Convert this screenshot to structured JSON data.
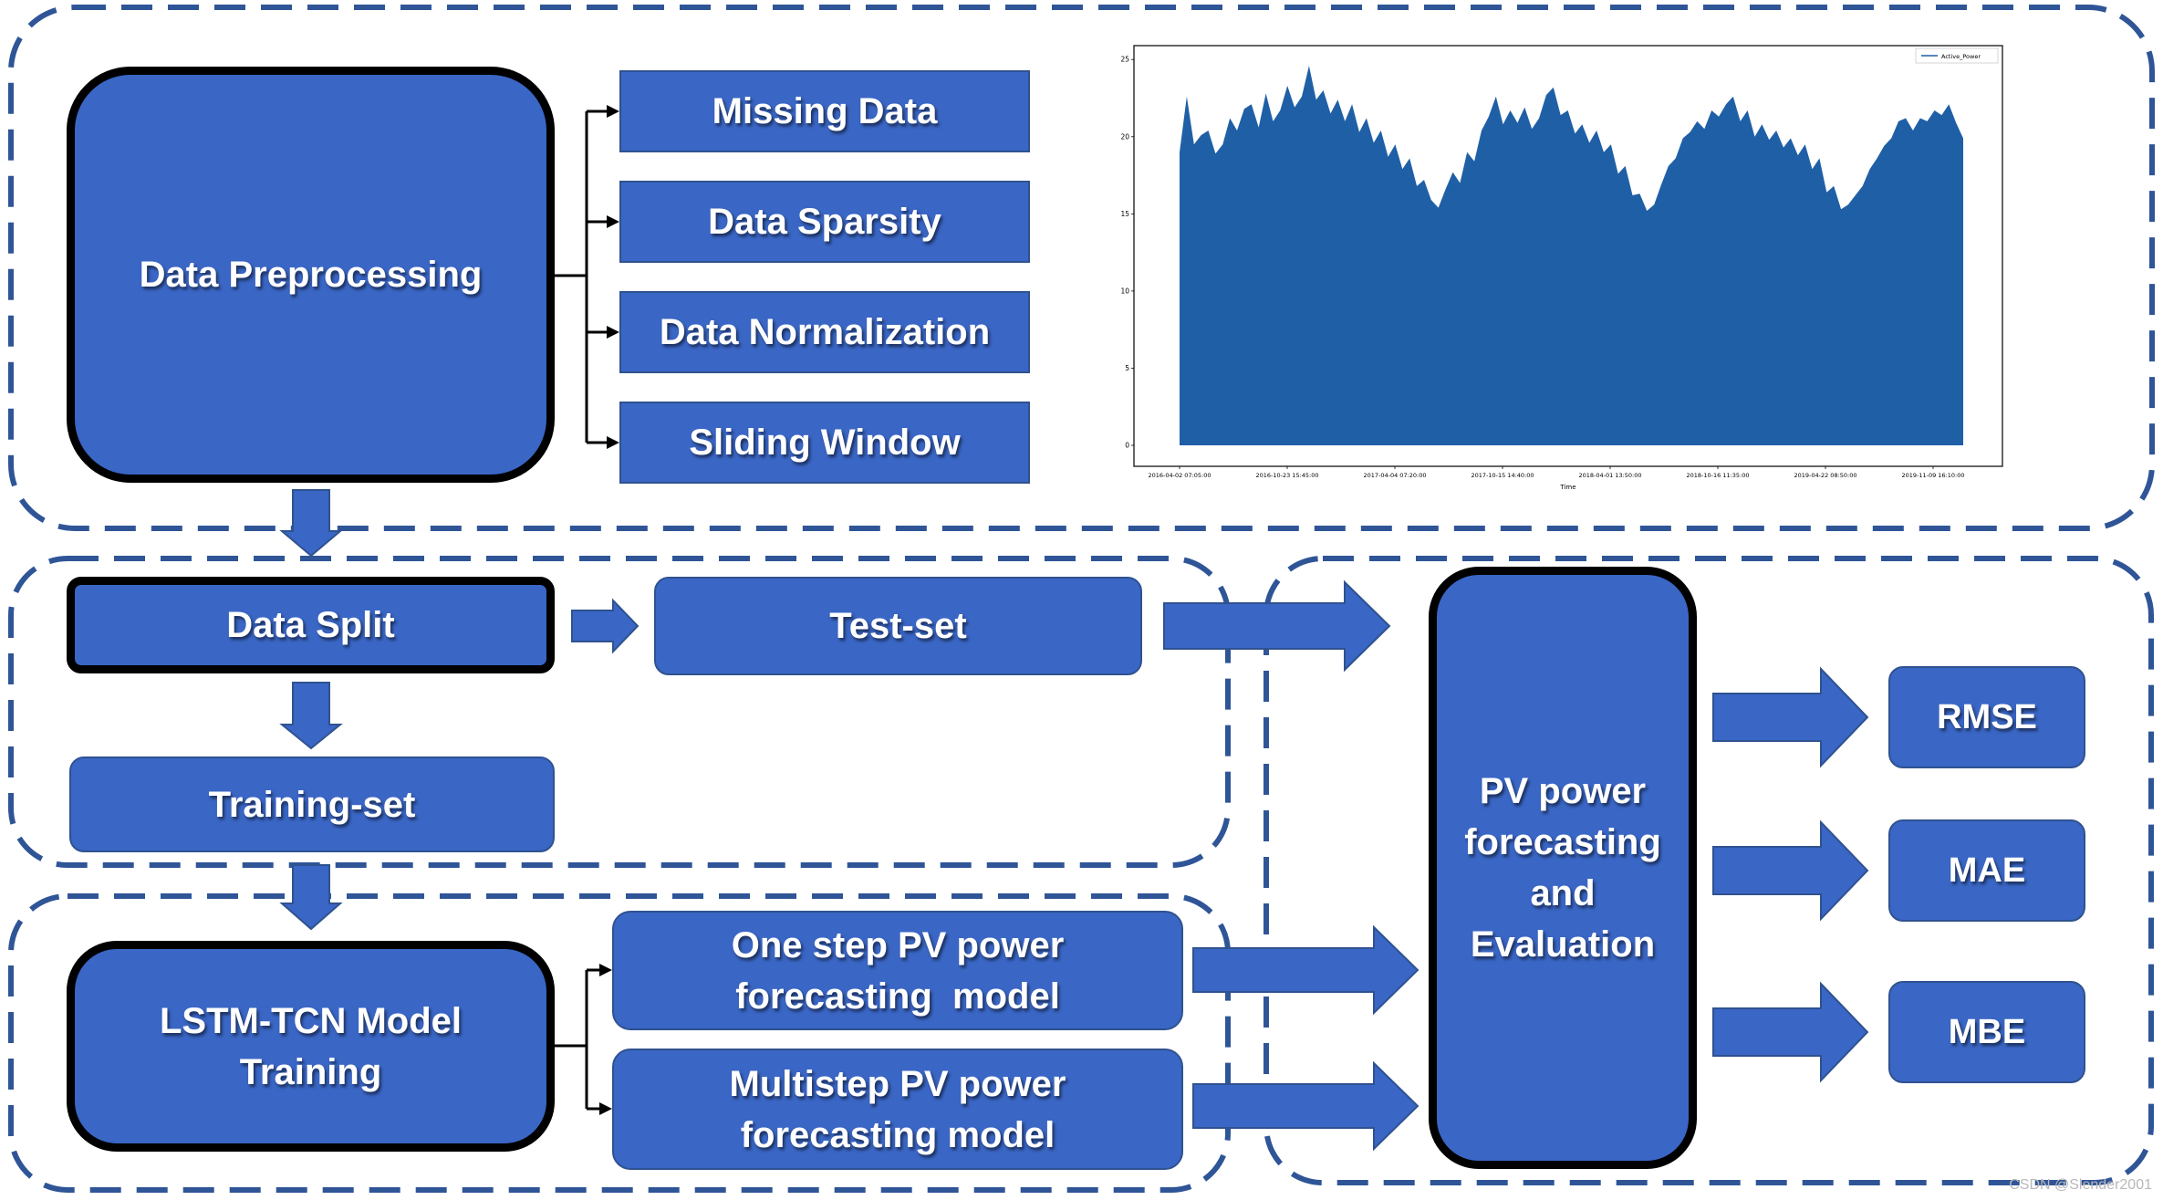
{
  "diagram": {
    "preprocessing": {
      "title": "Data Preprocessing",
      "steps": [
        "Missing Data",
        "Data Sparsity",
        "Data Normalization",
        "Sliding Window"
      ]
    },
    "split": {
      "title": "Data Split",
      "test": "Test-set",
      "train": "Training-set"
    },
    "training": {
      "title_lines": [
        "LSTM-TCN Model",
        "Training"
      ],
      "models": [
        {
          "lines": [
            "One step PV power",
            "forecasting  model"
          ]
        },
        {
          "lines": [
            "Multistep PV power",
            "forecasting model"
          ]
        }
      ]
    },
    "evaluation": {
      "title_lines": [
        "PV power",
        "forecasting",
        "and",
        "Evaluation"
      ],
      "metrics": [
        "RMSE",
        "MAE",
        "MBE"
      ]
    }
  },
  "colors": {
    "box_fill": "#3a66c5",
    "box_edge": "#2f528f",
    "box_border": "#000000",
    "dash": "#2f5597",
    "arrow_fill": "#3a66c5",
    "arrow_edge": "#2f528f"
  },
  "watermark": "CSDN @Slender2001",
  "chart_data": {
    "type": "area",
    "xlabel": "Time",
    "x_tick_labels": [
      "2016-04-02 07:05:00",
      "2016-10-23 15:45:00",
      "2017-04-04 07:20:00",
      "2017-10-15 14:40:00",
      "2018-04-01 13:50:00",
      "2018-10-16 11:35:00",
      "2019-04-22 08:50:00",
      "2019-11-09 16:10:00"
    ],
    "y_ticks": [
      0,
      5,
      10,
      15,
      20,
      25
    ],
    "ylim": [
      -1.36,
      25.9
    ],
    "grid": false,
    "legend": {
      "placement": "top-right"
    },
    "series": [
      {
        "name": "Active_Power",
        "color": "#1f5fa6",
        "baseline": 0,
        "upper_envelope": [
          19.0,
          22.6,
          19.5,
          20.1,
          20.4,
          18.9,
          19.5,
          21.2,
          20.4,
          21.8,
          22.1,
          20.6,
          22.8,
          21.0,
          21.7,
          23.3,
          21.9,
          22.6,
          24.6,
          22.4,
          23.0,
          21.5,
          22.4,
          21.0,
          22.1,
          20.3,
          21.2,
          19.6,
          20.4,
          18.7,
          19.5,
          17.9,
          18.6,
          16.8,
          17.2,
          15.9,
          15.4,
          16.6,
          17.7,
          17.0,
          19.0,
          18.4,
          20.4,
          21.3,
          22.6,
          20.8,
          21.7,
          20.9,
          21.9,
          20.5,
          21.2,
          22.7,
          23.2,
          21.4,
          21.7,
          20.2,
          20.8,
          19.6,
          20.4,
          19.0,
          19.5,
          17.6,
          18.1,
          16.2,
          16.3,
          15.2,
          15.6,
          16.9,
          18.1,
          18.6,
          19.9,
          20.3,
          21.0,
          20.5,
          21.7,
          21.3,
          22.1,
          22.6,
          21.0,
          21.7,
          20.0,
          20.8,
          19.8,
          20.4,
          19.3,
          19.9,
          18.8,
          19.5,
          17.9,
          18.6,
          16.4,
          16.8,
          15.3,
          15.6,
          16.2,
          16.8,
          17.9,
          18.6,
          19.4,
          19.9,
          21.0,
          21.2,
          20.4,
          21.2,
          21.0,
          21.7,
          21.4,
          22.1,
          20.9,
          19.9
        ]
      }
    ]
  }
}
